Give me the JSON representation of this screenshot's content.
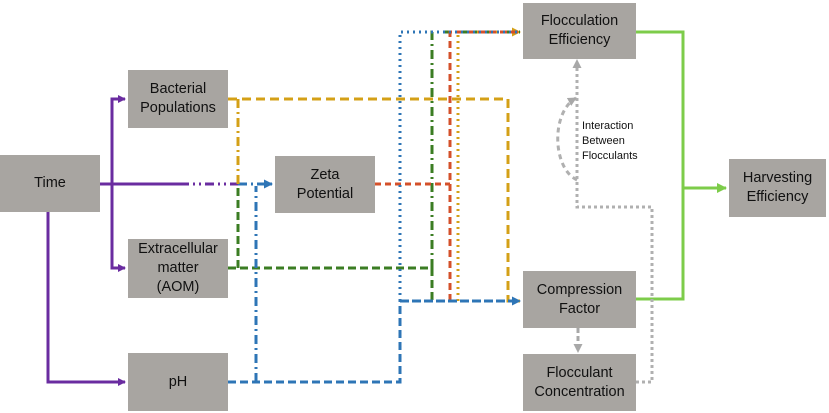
{
  "nodes": {
    "time": "Time",
    "bacterial": "Bacterial\nPopulations",
    "extracellular": "Extracellular\nmatter\n(AOM)",
    "ph": "pH",
    "zeta": "Zeta\nPotential",
    "flocculation": "Flocculation\nEfficiency",
    "compression": "Compression\nFactor",
    "concentration": "Flocculant\nConcentration",
    "harvesting": "Harvesting\nEfficiency"
  },
  "annotation": "Interaction\nBetween\nFlocculants",
  "colors": {
    "box": "#a8a5a1",
    "time_paths": "#6a2ca0",
    "bacterial_paths": "#d4a017",
    "extracellular_paths": "#3b7d23",
    "ph_paths": "#2e75b6",
    "zeta_paths": "#d4502a",
    "output_paths": "#7dcc4a",
    "interaction_paths": "#b0b0b0"
  }
}
